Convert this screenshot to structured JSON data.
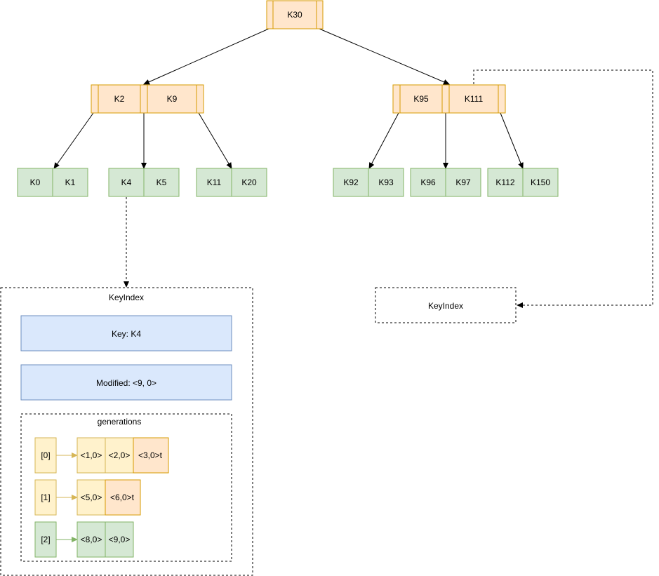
{
  "colors": {
    "orange_fill": "#ffe6cc",
    "orange_stroke": "#d79b00",
    "green_fill": "#d5e8d4",
    "green_stroke": "#82b366",
    "yellow_fill": "#fff2cc",
    "yellow_stroke": "#d6b656",
    "blue_fill": "#dae8fc",
    "blue_stroke": "#6c8ebf"
  },
  "tree": {
    "root": {
      "keys": [
        "K30"
      ]
    },
    "internal_left": {
      "keys": [
        "K2",
        "K9"
      ]
    },
    "internal_right": {
      "keys": [
        "K95",
        "K111"
      ]
    },
    "leaves": [
      {
        "keys": [
          "K0",
          "K1"
        ]
      },
      {
        "keys": [
          "K4",
          "K5"
        ]
      },
      {
        "keys": [
          "K11",
          "K20"
        ]
      },
      {
        "keys": [
          "K92",
          "K93"
        ]
      },
      {
        "keys": [
          "K96",
          "K97"
        ]
      },
      {
        "keys": [
          "K112",
          "K150"
        ]
      }
    ]
  },
  "keyindex_detail": {
    "title": "KeyIndex",
    "key_label": "Key: K4",
    "modified_label": "Modified: <9, 0>",
    "generations_title": "generations",
    "generations": [
      {
        "index": "[0]",
        "revisions": [
          "<1,0>",
          "<2,0>",
          "<3,0>t"
        ],
        "tombstone_last": true,
        "color": "yellow"
      },
      {
        "index": "[1]",
        "revisions": [
          "<5,0>",
          "<6,0>t"
        ],
        "tombstone_last": true,
        "color": "yellow"
      },
      {
        "index": "[2]",
        "revisions": [
          "<8,0>",
          "<9,0>"
        ],
        "tombstone_last": false,
        "color": "green"
      }
    ]
  },
  "keyindex_collapsed": {
    "title": "KeyIndex"
  }
}
